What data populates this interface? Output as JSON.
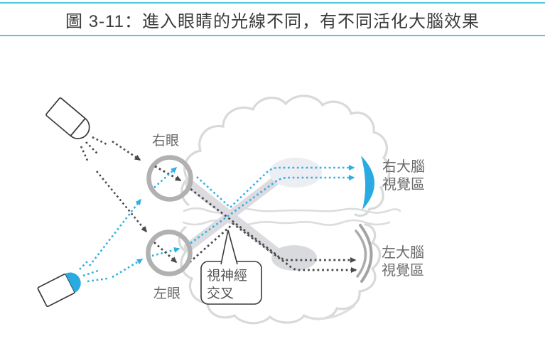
{
  "figure": {
    "title": "圖 3-11：進入眼睛的光線不同，有不同活化大腦效果"
  },
  "labels": {
    "right_eye": "右眼",
    "left_eye": "左眼",
    "right_brain_line1": "右大腦",
    "right_brain_line2": "視覺區",
    "left_brain_line1": "左大腦",
    "left_brain_line2": "視覺區"
  },
  "callout": {
    "line1": "視神經",
    "line2": "交叉"
  },
  "colors": {
    "accent_cyan": "#29abe2",
    "cyan_dots": "#2fafe3",
    "rule_teal": "#4fc8d8",
    "ray_gray": "#4a4a4a",
    "eye_ring_gray": "#b1b1b1",
    "brain_outline_gray": "#d9d9d9",
    "visual_area_left_gray": "#a3a3a3"
  },
  "icons": {
    "top_light": "flashlight-unlit-icon",
    "bottom_light": "flashlight-lit-icon"
  }
}
